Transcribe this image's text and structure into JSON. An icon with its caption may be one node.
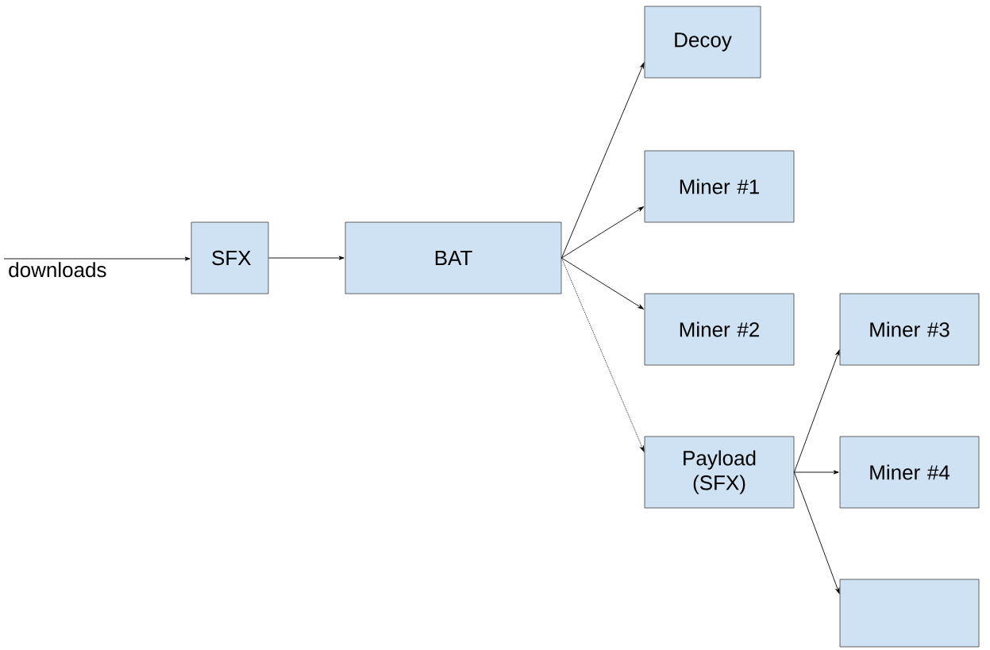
{
  "diagram": {
    "nodes": [
      {
        "text": [
          "downloads"
        ]
      },
      {
        "text": [
          "SFX"
        ]
      },
      {
        "text": [
          "BAT"
        ]
      },
      {
        "text": [
          "Decoy"
        ]
      },
      {
        "text": [
          "Miner #1"
        ]
      },
      {
        "text": [
          "Miner #2"
        ]
      },
      {
        "text": [
          "Payload (SFX)"
        ]
      },
      {
        "text": [
          "Miner #3"
        ]
      },
      {
        "text": [
          "Miner #4"
        ]
      },
      {
        "text": [],
        "shape": "box"
      }
    ],
    "edges": [
      {
        "from": 0,
        "to": 1,
        "arrow": "to"
      },
      {
        "from": 1,
        "to": 2,
        "arrow": "to"
      },
      {
        "from": 2,
        "to": 3,
        "arrow": "to"
      },
      {
        "from": 2,
        "to": 4,
        "arrow": "to"
      },
      {
        "from": 2,
        "to": 5,
        "arrow": "to"
      },
      {
        "from": 2,
        "to": 6,
        "arrow": "to",
        "style": "dashed"
      },
      {
        "from": 6,
        "to": 7,
        "arrow": "to"
      },
      {
        "from": 6,
        "to": 8,
        "arrow": "to"
      },
      {
        "from": 6,
        "to": 9,
        "arrow": "to"
      }
    ]
  }
}
